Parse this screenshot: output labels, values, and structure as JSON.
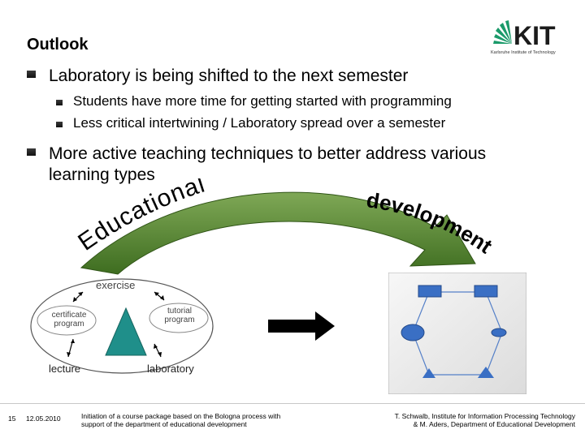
{
  "slide": {
    "title": "Outlook",
    "bullets": [
      {
        "text": "Laboratory is being shifted to the next semester",
        "sub": [
          "Students have more time for getting started with programming",
          "Less critical intertwining / Laboratory spread over a semester"
        ]
      },
      {
        "text_line1": "More active teaching techniques to better address various",
        "text_line2": "learning types"
      }
    ]
  },
  "logo": {
    "text": "KIT",
    "caption": "Karlsruhe Institute of Technology"
  },
  "diagram": {
    "arc_word_left": "Educational",
    "arc_word_right": "development",
    "exercise": "exercise",
    "certificate_line1": "certificate",
    "certificate_line2": "program",
    "tutorial_line1": "tutorial",
    "tutorial_line2": "program",
    "lecture": "lecture",
    "laboratory": "laboratory",
    "colors": {
      "arrow_green": "#4e7d2a",
      "shape_blue": "#3a6fc4",
      "triangle_teal": "#1f8f8a",
      "panel_gray": "#ececec"
    }
  },
  "footer": {
    "page_number": "15",
    "date": "12.05.2010",
    "center_line1": "Initiation of a course package based on the Bologna process with",
    "center_line2": "support of the department of educational development",
    "right_line1": "T. Schwalb, Institute for Information Processing Technology",
    "right_line2": "& M. Aders, Department of Educational Development"
  }
}
